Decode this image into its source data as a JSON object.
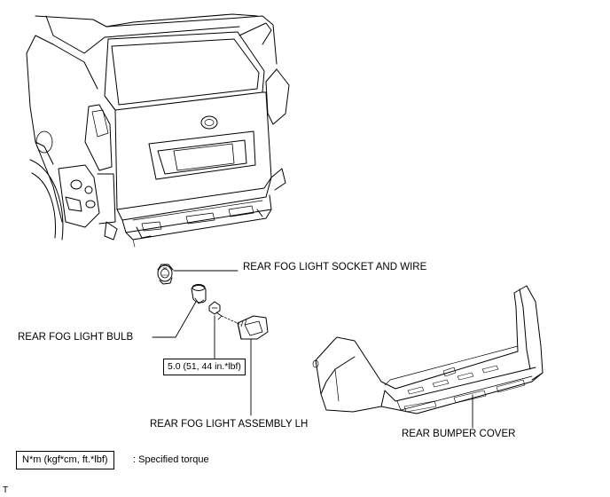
{
  "labels": {
    "socket_and_wire": "REAR FOG LIGHT SOCKET AND WIRE",
    "bulb": "REAR FOG LIGHT BULB",
    "assembly_lh": "REAR FOG LIGHT ASSEMBLY LH",
    "bumper_cover": "REAR BUMPER COVER"
  },
  "torque": {
    "value": "5.0 (51, 44 in.*lbf)"
  },
  "legend": {
    "box_text": "N*m (kgf*cm, ft.*lbf)",
    "description": ": Specified torque"
  },
  "corner_mark": "T"
}
